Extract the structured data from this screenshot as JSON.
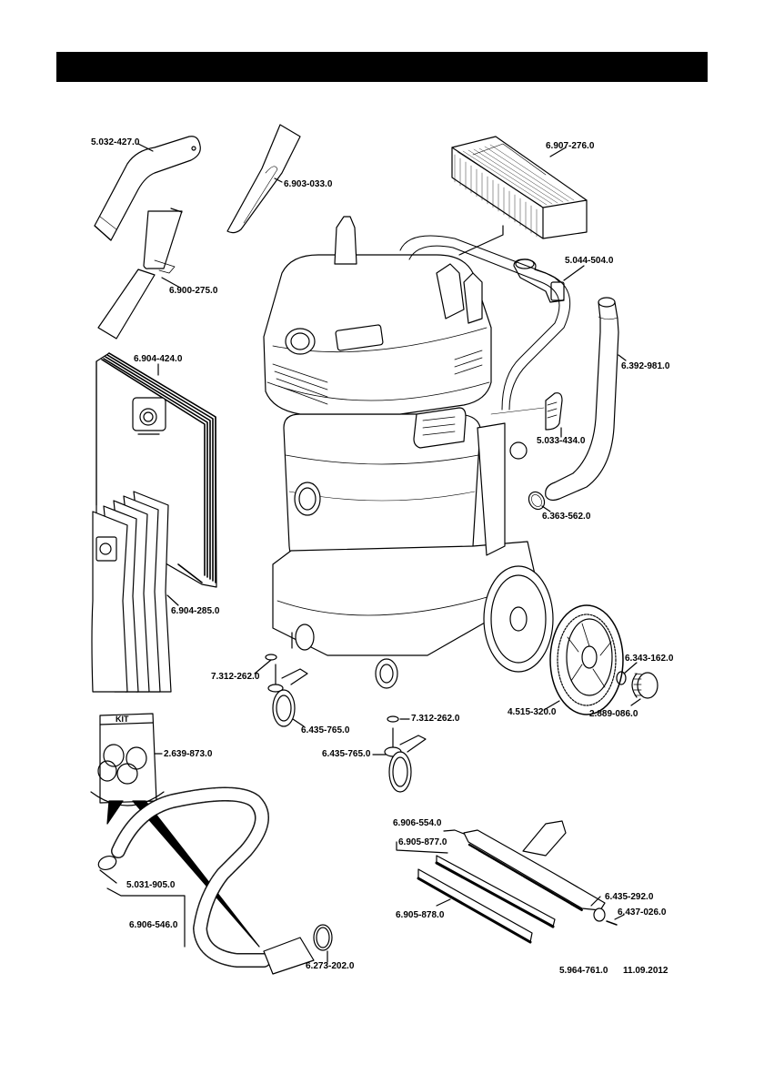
{
  "header": {
    "title": ""
  },
  "kit_label": "KIT",
  "parts": [
    {
      "id": "p1",
      "number": "5.032-427.0",
      "name": "bent-handle"
    },
    {
      "id": "p2",
      "number": "6.903-033.0",
      "name": "crevice-nozzle"
    },
    {
      "id": "p3",
      "number": "6.900-275.0",
      "name": "suction-tubes"
    },
    {
      "id": "p4",
      "number": "6.907-276.0",
      "name": "flat-pleated-filter"
    },
    {
      "id": "p5",
      "number": "5.044-504.0",
      "name": "accessory-holder"
    },
    {
      "id": "p6",
      "number": "6.392-981.0",
      "name": "suction-hose-elbow"
    },
    {
      "id": "p7",
      "number": "6.904-424.0",
      "name": "paper-filter-bags"
    },
    {
      "id": "p8",
      "number": "5.033-434.0",
      "name": "cover-cap"
    },
    {
      "id": "p9",
      "number": "6.363-562.0",
      "name": "o-ring-hose"
    },
    {
      "id": "p10",
      "number": "6.904-285.0",
      "name": "fleece-filter-bags"
    },
    {
      "id": "p11",
      "number": "6.343-162.0",
      "name": "wheel-washer"
    },
    {
      "id": "p12",
      "number": "7.312-262.0",
      "name": "caster-washer-left"
    },
    {
      "id": "p13",
      "number": "4.515-320.0",
      "name": "rear-wheel"
    },
    {
      "id": "p14",
      "number": "2.889-086.0",
      "name": "hub-cap"
    },
    {
      "id": "p15",
      "number": "6.435-765.0",
      "name": "caster-left"
    },
    {
      "id": "p16",
      "number": "7.312-262.0",
      "name": "caster-washer-right"
    },
    {
      "id": "p17",
      "number": "6.435-765.0",
      "name": "caster-right"
    },
    {
      "id": "p18",
      "number": "2.639-873.0",
      "name": "adapter-kit"
    },
    {
      "id": "p19",
      "number": "6.906-554.0",
      "name": "floor-nozzle"
    },
    {
      "id": "p20",
      "number": "6.905-877.0",
      "name": "brush-strip"
    },
    {
      "id": "p21",
      "number": "6.435-292.0",
      "name": "nozzle-roller"
    },
    {
      "id": "p22",
      "number": "6.437-026.0",
      "name": "roller-axle"
    },
    {
      "id": "p23",
      "number": "6.905-878.0",
      "name": "rubber-strip"
    },
    {
      "id": "p24",
      "number": "5.031-905.0",
      "name": "hose-clamp-ring"
    },
    {
      "id": "p25",
      "number": "6.906-546.0",
      "name": "suction-hose"
    },
    {
      "id": "p26",
      "number": "6.273-202.0",
      "name": "hose-seal-ring"
    }
  ],
  "footer": {
    "doc_number": "5.964-761.0",
    "date": "11.09.2012"
  }
}
